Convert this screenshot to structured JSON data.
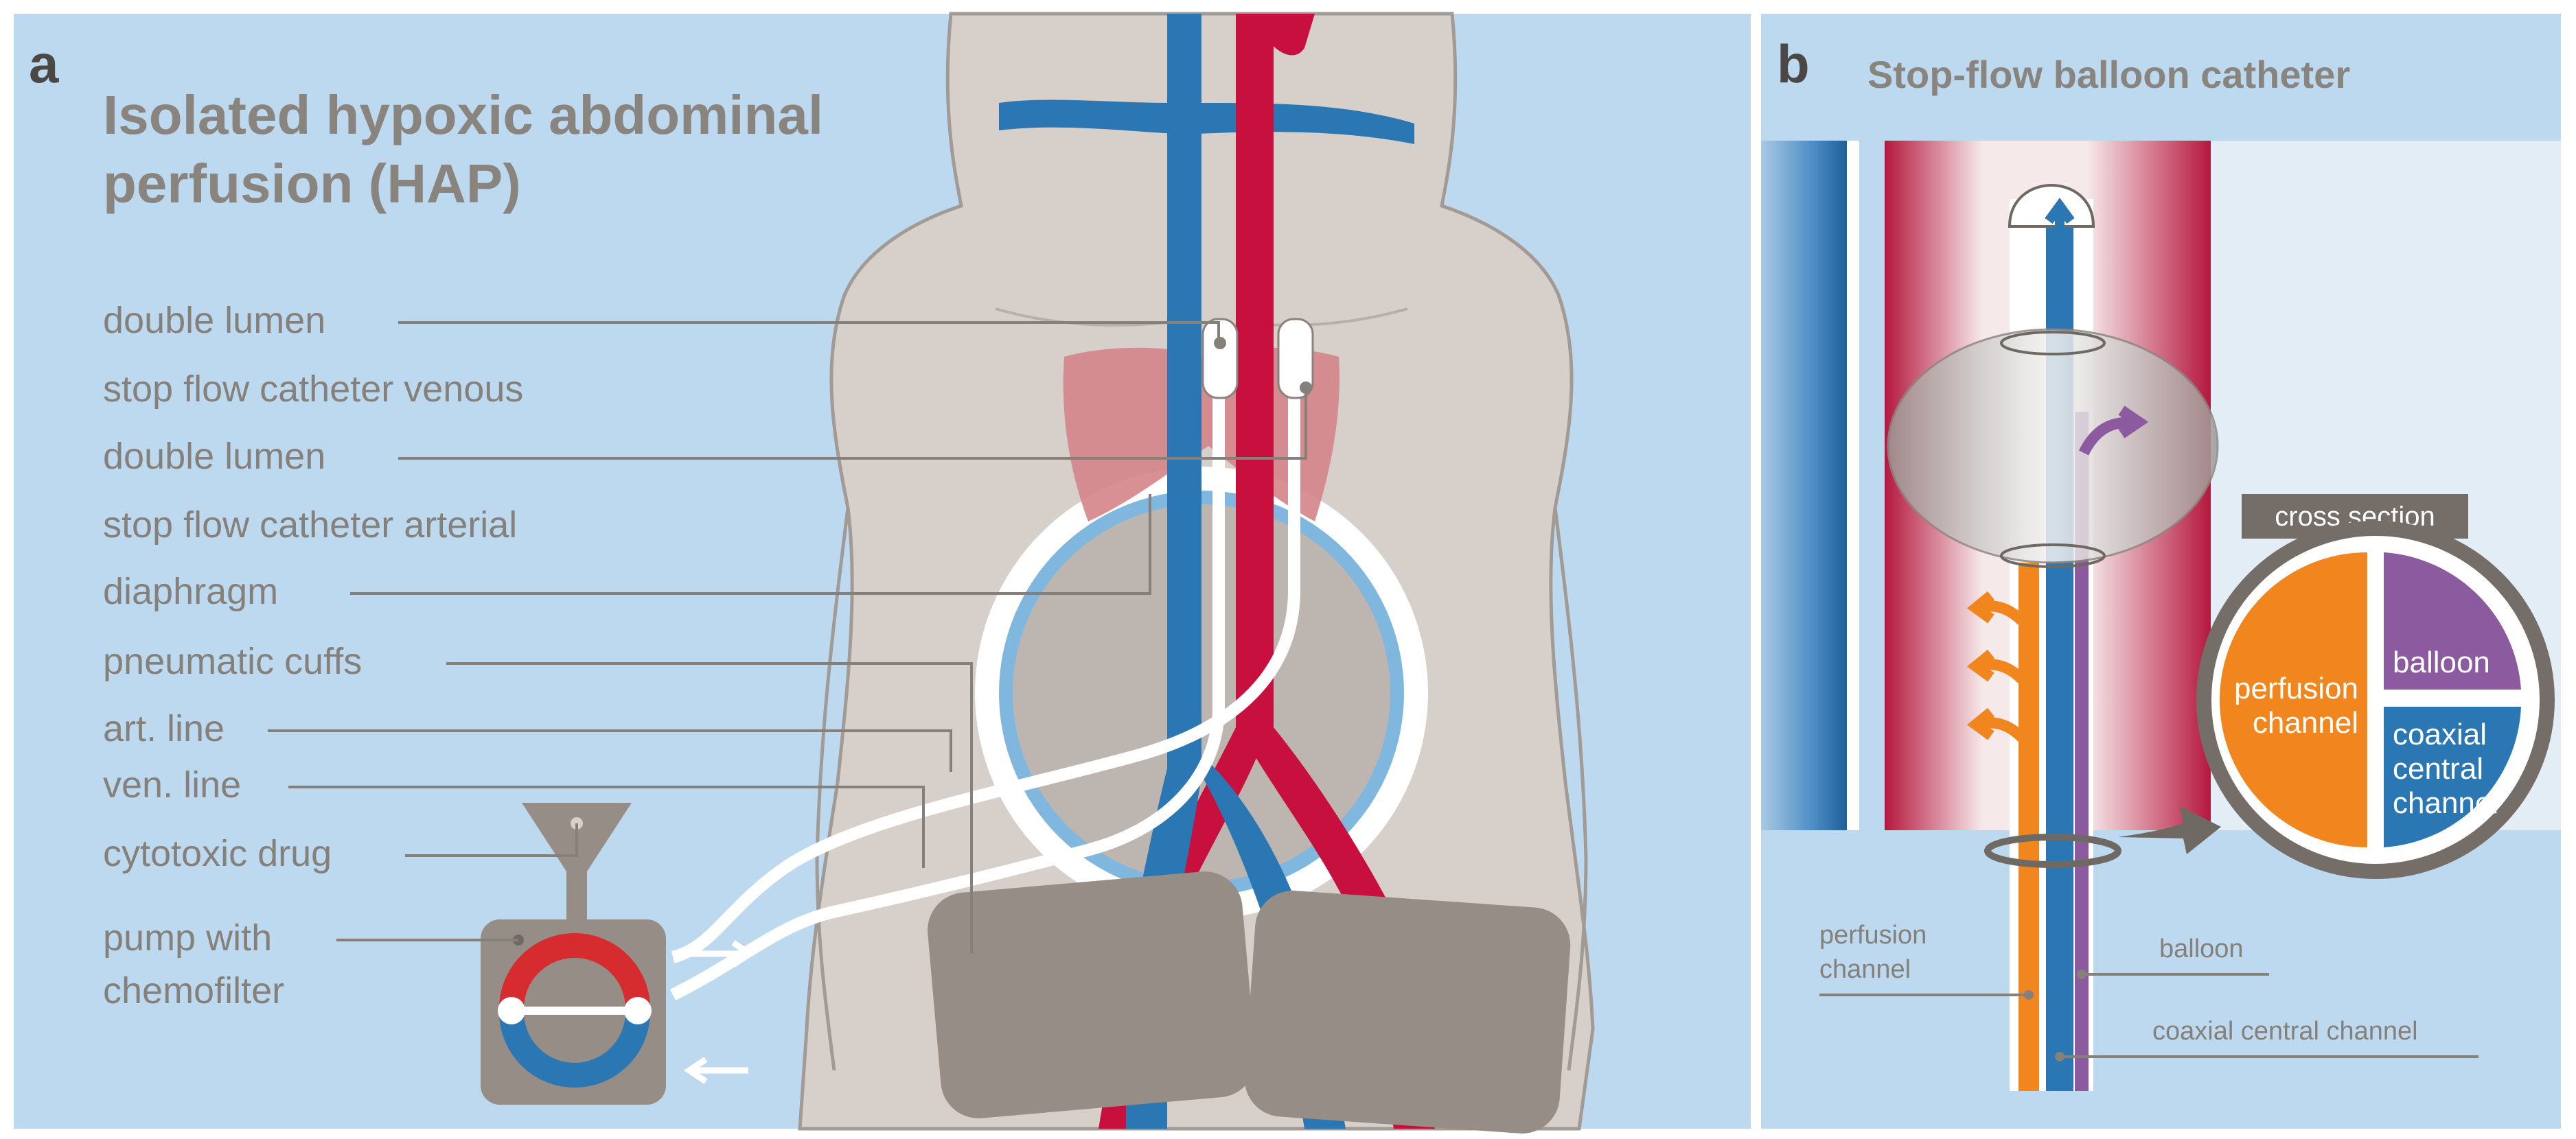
{
  "panel_a": {
    "letter": "a",
    "title_line1": "Isolated hypoxic abdominal",
    "title_line2": "perfusion (HAP)",
    "labels": [
      "double lumen",
      "stop flow catheter venous",
      "double lumen",
      "stop flow catheter arterial",
      "diaphragm",
      "pneumatic cuffs",
      "art. line",
      "ven. line",
      "cytotoxic drug",
      "pump with",
      "chemofilter"
    ]
  },
  "panel_b": {
    "letter": "b",
    "title": "Stop-flow balloon catheter",
    "cross_section": {
      "header": "cross section",
      "perfusion_line1": "perfusion",
      "perfusion_line2": "channel",
      "balloon": "balloon",
      "coaxial_line1": "coaxial",
      "coaxial_line2": "central",
      "coaxial_line3": "channel"
    },
    "bottom_labels": {
      "perfusion_line1": "perfusion",
      "perfusion_line2": "channel",
      "balloon": "balloon",
      "coaxial": "coaxial central channel"
    }
  },
  "colors": {
    "background": "#bcd9ef",
    "artery": "#c8103e",
    "vein": "#2a77b3",
    "body": "#d6cfca",
    "cuff": "#958d86",
    "diaphragm": "#d5878c",
    "perfusion": "#f0861d",
    "balloon": "#8c5a9e",
    "label": "#86807a"
  }
}
